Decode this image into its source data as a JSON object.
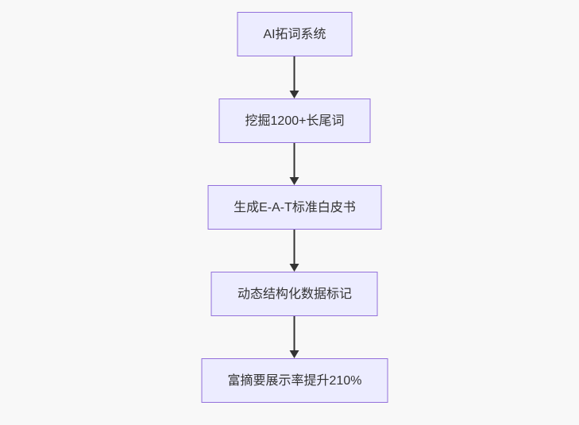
{
  "diagram": {
    "type": "flowchart-top-down",
    "nodes": [
      {
        "label": "AI拓词系统"
      },
      {
        "label": "挖掘1200+长尾词"
      },
      {
        "label": "生成E-A-T标准白皮书"
      },
      {
        "label": "动态结构化数据标记"
      },
      {
        "label": "富摘要展示率提升210%"
      }
    ],
    "edges": [
      {
        "from": "AI拓词系统",
        "to": "挖掘1200+长尾词"
      },
      {
        "from": "挖掘1200+长尾词",
        "to": "生成E-A-T标准白皮书"
      },
      {
        "from": "生成E-A-T标准白皮书",
        "to": "动态结构化数据标记"
      },
      {
        "from": "动态结构化数据标记",
        "to": "富摘要展示率提升210%"
      }
    ],
    "colors": {
      "node_fill": "#ECECFF",
      "node_border": "#9370DB",
      "edge": "#333333",
      "text": "#333333",
      "background": "#f8f8f8"
    }
  }
}
